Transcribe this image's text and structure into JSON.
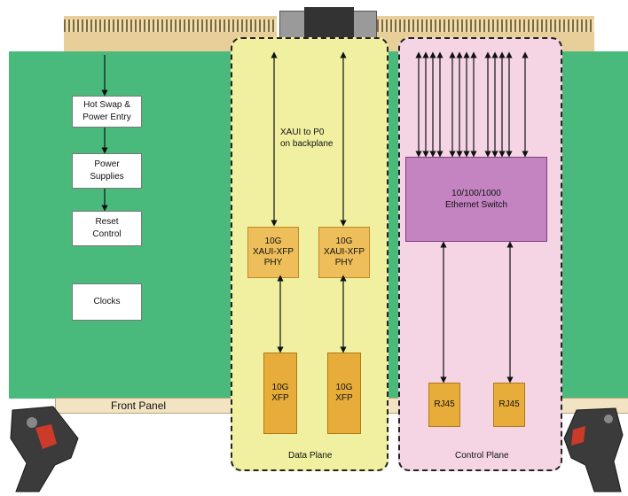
{
  "left_blocks": {
    "hotswap": "Hot Swap &\nPower Entry",
    "power": "Power\nSupplies",
    "reset": "Reset\nControl",
    "clocks": "Clocks"
  },
  "front_panel": "Front Panel",
  "data_plane": {
    "label": "Data Plane",
    "xaui_note": "XAUI to P0\non backplane",
    "phy_1": "10G\nXAUI-XFP\nPHY",
    "phy_2": "10G\nXAUI-XFP\nPHY",
    "xfp_1": "10G\nXFP",
    "xfp_2": "10G\nXFP"
  },
  "control_plane": {
    "label": "Control Plane",
    "switch": "10/100/1000\nEthernet Switch",
    "rj45_1": "RJ45",
    "rj45_2": "RJ45"
  },
  "colors": {
    "board": "#4aba7c",
    "data_plane_fill": "#f0f0a0",
    "control_plane_fill": "#f5d4e4",
    "component_orange": "#e8ac3a",
    "switch_purple": "#c484c2"
  }
}
